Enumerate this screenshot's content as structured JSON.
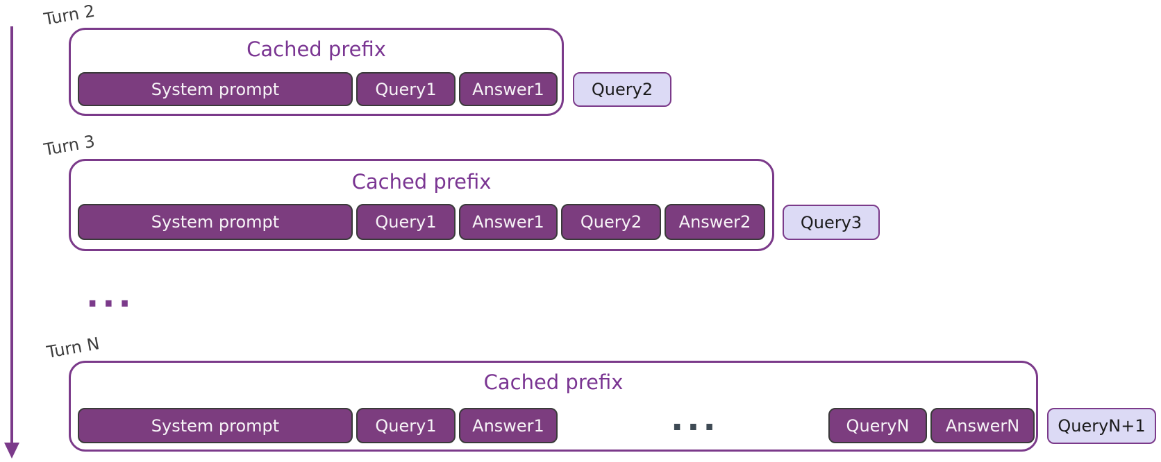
{
  "colors": {
    "purple_accent": "#7b3a8a",
    "title_color": "#7a3592",
    "cached_block_fill": "#7c3d7f",
    "cached_block_border": "#3a3a3a",
    "cached_block_text": "#f7f4f7",
    "new_query_fill": "#dcdaf5",
    "new_query_border": "#7b3a8a",
    "new_query_text": "#1b1b1b",
    "turn_label_color": "#3d3d3d",
    "inner_ellipsis_color": "#3e4a54"
  },
  "diagram": {
    "rows": [
      {
        "turn_label": "Turn 2",
        "cached_prefix_label": "Cached prefix",
        "cached_blocks": [
          "System prompt",
          "Query1",
          "Answer1"
        ],
        "new_query_label": "Query2"
      },
      {
        "turn_label": "Turn 3",
        "cached_prefix_label": "Cached prefix",
        "cached_blocks": [
          "System prompt",
          "Query1",
          "Answer1",
          "Query2",
          "Answer2"
        ],
        "new_query_label": "Query3"
      },
      {
        "turn_label": "Turn N",
        "cached_prefix_label": "Cached prefix",
        "cached_blocks": [
          "System prompt",
          "Query1",
          "Answer1",
          "QueryN",
          "AnswerN"
        ],
        "inner_ellipsis": "...",
        "new_query_label": "QueryN+1"
      }
    ],
    "between_turns_ellipsis": "..."
  }
}
